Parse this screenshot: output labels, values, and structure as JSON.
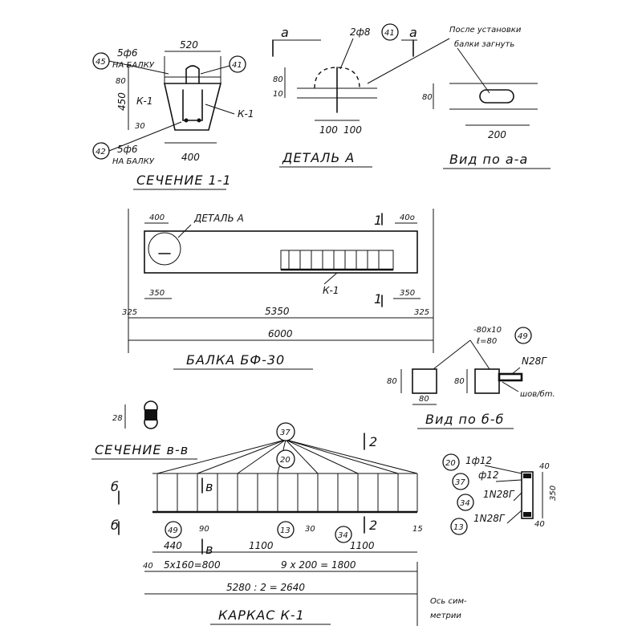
{
  "sheet": {
    "section_1_1": {
      "title": "СЕЧЕНИЕ 1-1",
      "dim_top": "520",
      "dim_bottom": "400",
      "dim_height": "450",
      "dim_80": "80",
      "dim_30": "30",
      "mark_45": "45",
      "mark_42": "42",
      "mark_41": "41",
      "rebar_top": "5ф6",
      "rebar_top_note": "НА БАЛКУ",
      "rebar_bottom": "5ф6",
      "rebar_bottom_note": "НА БАЛКУ",
      "frame_k1_left": "К-1",
      "frame_k1_right": "К-1"
    },
    "detail_a": {
      "title": "ДЕТАЛЬ А",
      "rebar": "2ф8",
      "mark_41": "41",
      "section_mark": "а",
      "dim_80": "80",
      "dim_10": "10",
      "dim_100_left": "100",
      "dim_100_right": "100"
    },
    "view_a_a": {
      "title": "Вид по а-а",
      "note_line1": "После установки",
      "note_line2": "балки загнуть",
      "dim_80": "80",
      "dim_200": "200"
    },
    "beam": {
      "title": "БАЛКА БФ-30",
      "detail_label": "ДЕТАЛЬ А",
      "frame_label": "К-1",
      "dim_400_left": "400",
      "dim_400_right": "40о",
      "dim_350_left": "350",
      "dim_350_right": "350",
      "dim_325_left": "325",
      "dim_325_right": "325",
      "dim_5350": "5350",
      "dim_6000": "6000",
      "section_mark": "1"
    },
    "view_b_b": {
      "title": "Вид по б-б",
      "plate": "-80х10",
      "plate_len": "ℓ=80",
      "mark_49": "49",
      "dim_80_a": "80",
      "dim_80_b": "80",
      "dim_80_c": "80",
      "profile": "N28Г",
      "weld": "шов/бm."
    },
    "section_v_v": {
      "title": "СЕЧЕНИЕ в-в",
      "dim_28": "28"
    },
    "frame_k1": {
      "title": "КАРКАС К-1",
      "mark_37": "37",
      "mark_20": "20",
      "mark_13": "13",
      "mark_34": "34",
      "mark_49": "49",
      "mark_15": "15",
      "section_2": "2",
      "section_b": "б",
      "section_v": "в",
      "dim_90": "90",
      "dim_30": "30",
      "dim_440": "440",
      "dim_1100_a": "1100",
      "dim_1100_b": "1100",
      "dim_40": "40",
      "dim_5x160": "5х160=800",
      "dim_9x200": "9 х 200 = 1800",
      "dim_total": "5280 : 2 = 2640",
      "axis_note_1": "Ось сим-",
      "axis_note_2": "метрии"
    },
    "frame_legend": {
      "m20": "20",
      "m37": "37",
      "m34": "34",
      "m13": "13",
      "l20": "1ф12",
      "l37": "ф12",
      "l34": "1N28Г",
      "l13": "1N28Г",
      "dim_40_top": "40",
      "dim_350": "350",
      "dim_40_bottom": "40"
    }
  }
}
